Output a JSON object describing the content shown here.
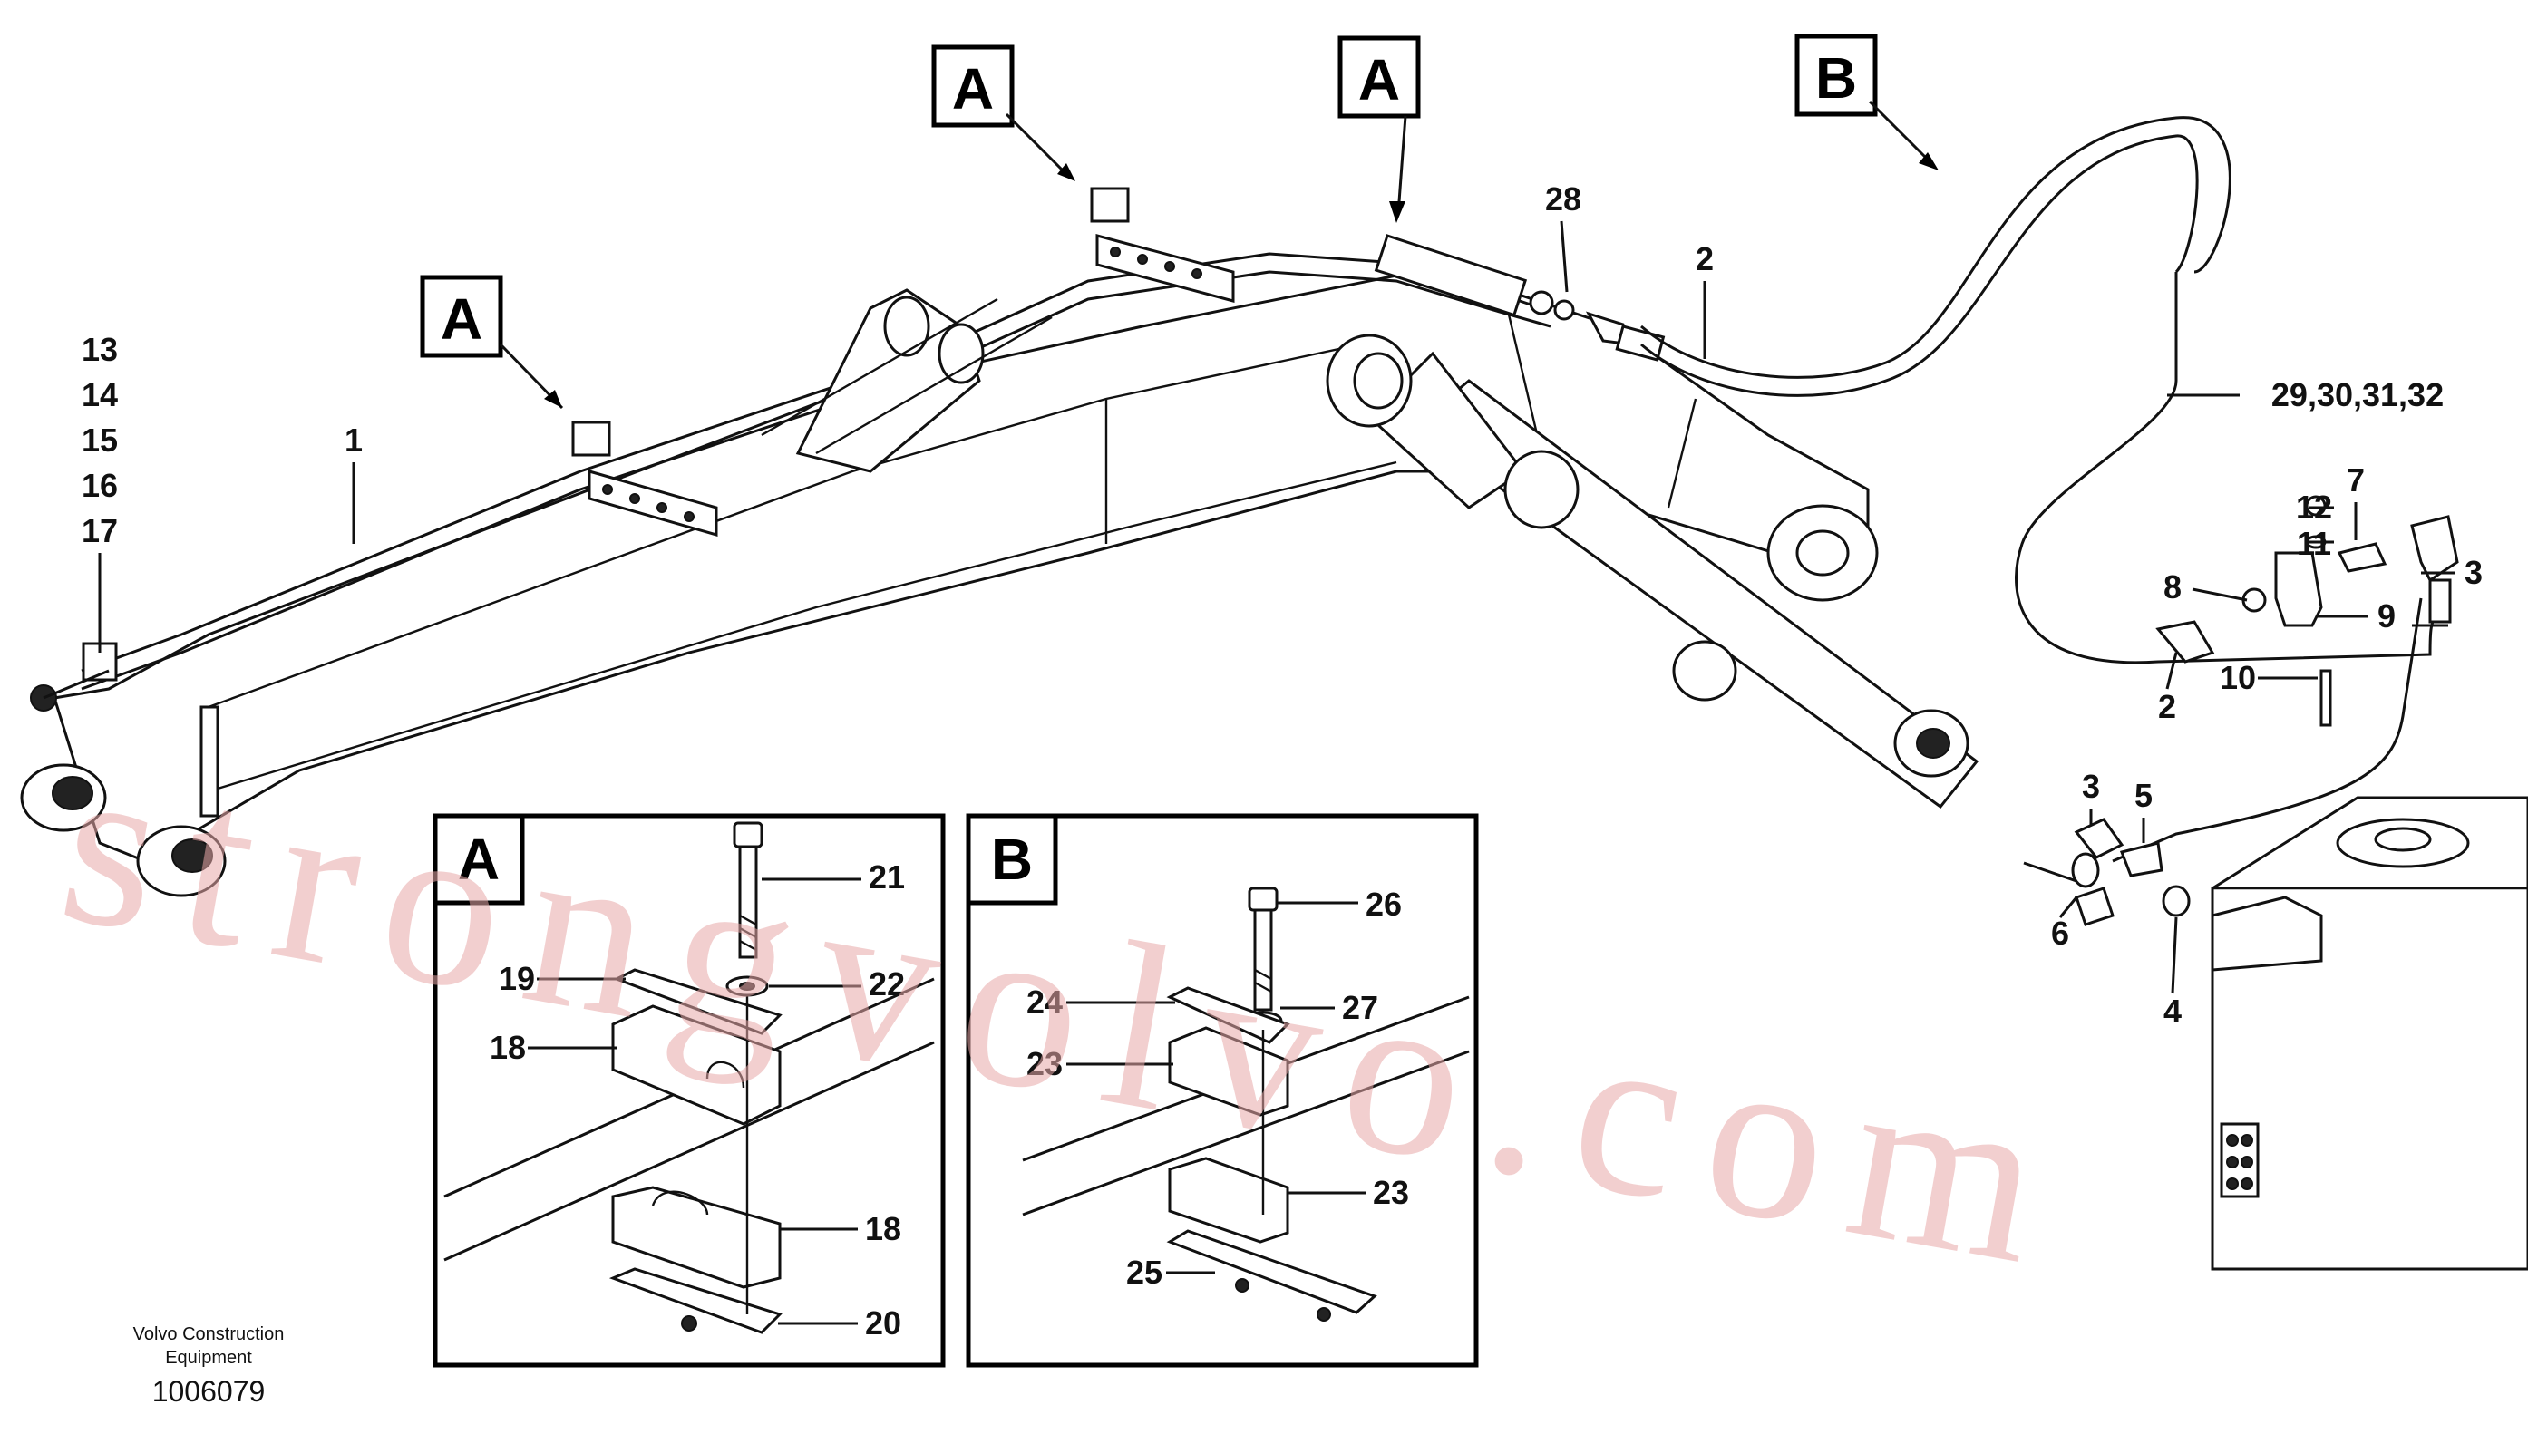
{
  "callout_tags": {
    "a1": "A",
    "a2": "A",
    "a3": "A",
    "b1": "B",
    "detail_a": "A",
    "detail_b": "B"
  },
  "part_numbers": {
    "p1": "1",
    "p2_upper": "2",
    "p2_lower": "2",
    "p3_upper": "3",
    "p3_lower": "3",
    "p4": "4",
    "p5": "5",
    "p6": "6",
    "p7": "7",
    "p8": "8",
    "p9": "9",
    "p10": "10",
    "p11": "11",
    "p12": "12",
    "p13": "13",
    "p14": "14",
    "p15": "15",
    "p16": "16",
    "p17": "17",
    "p18_upper": "18",
    "p18_lower": "18",
    "p19": "19",
    "p20": "20",
    "p21": "21",
    "p22": "22",
    "p23_upper": "23",
    "p23_lower": "23",
    "p24": "24",
    "p25": "25",
    "p26": "26",
    "p27": "27",
    "p28": "28",
    "p29_32": "29,30,31,32"
  },
  "watermark": "strongvolvo.com",
  "footer": {
    "maker_line1": "Volvo Construction",
    "maker_line2": "Equipment",
    "doc_number": "1006079"
  },
  "colors": {
    "line": "#111111",
    "watermark": "#e8a8a8",
    "background": "#ffffff"
  }
}
